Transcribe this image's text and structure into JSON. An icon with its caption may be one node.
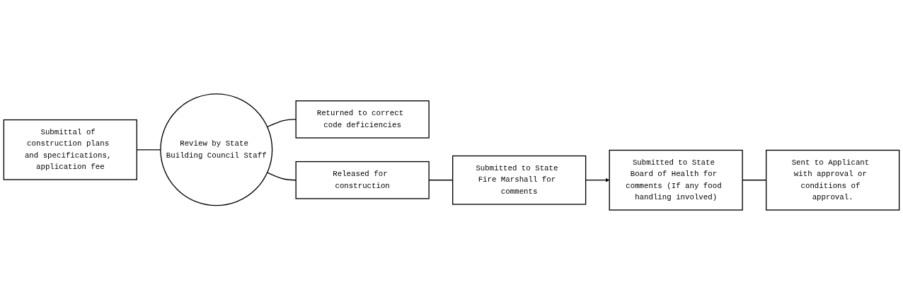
{
  "diagram": {
    "nodes": [
      {
        "text": [
          "Submittal of construction plans and specifications, application fee"
        ]
      },
      {
        "text": [
          "Review by State Building Council Staff"
        ]
      },
      {
        "text": [
          "Returned to correct code deficiencies"
        ]
      },
      {
        "text": [
          "Released for construction"
        ]
      },
      {
        "text": [
          "Submitted to State Fire Marshall for comments"
        ]
      },
      {
        "text": [
          "Submitted to State Board of Health for comments (If any food handling involved)"
        ]
      },
      {
        "text": [
          "Sent to Applicant with approval or conditions of approval."
        ]
      }
    ],
    "edges": [
      {
        "from": 0,
        "to": 1,
        "arrow": "none"
      },
      {
        "from": 1,
        "to": 2,
        "arrow": "none"
      },
      {
        "from": 1,
        "to": 3,
        "arrow": "none"
      },
      {
        "from": 3,
        "to": 4,
        "arrow": "none"
      },
      {
        "from": 4,
        "to": 5,
        "arrow": "to"
      },
      {
        "from": 5,
        "to": 6,
        "arrow": "none"
      }
    ]
  }
}
